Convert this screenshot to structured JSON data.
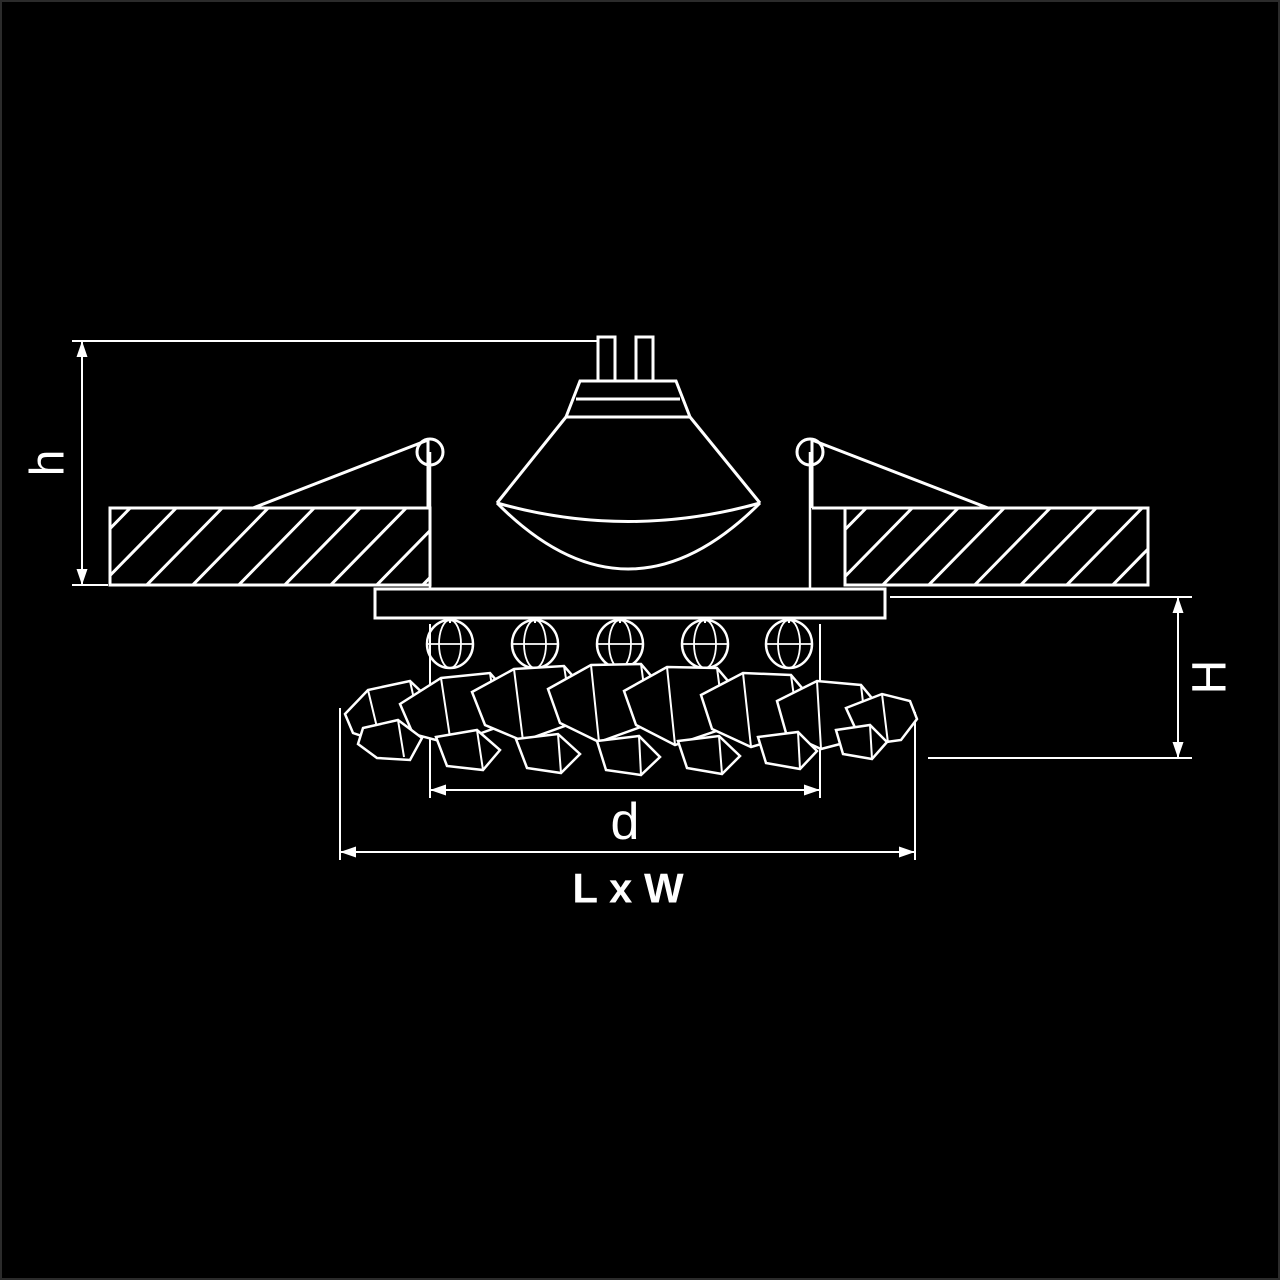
{
  "colors": {
    "background": "#000000",
    "line": "#ffffff",
    "frame": "#2b2b2b"
  },
  "diagram": {
    "description": "recessed-crystal-spotlight-section-drawing",
    "labels": {
      "cutout_height": "h",
      "protrusion_height": "H",
      "diameter": "d",
      "footprint": "L x W"
    }
  }
}
